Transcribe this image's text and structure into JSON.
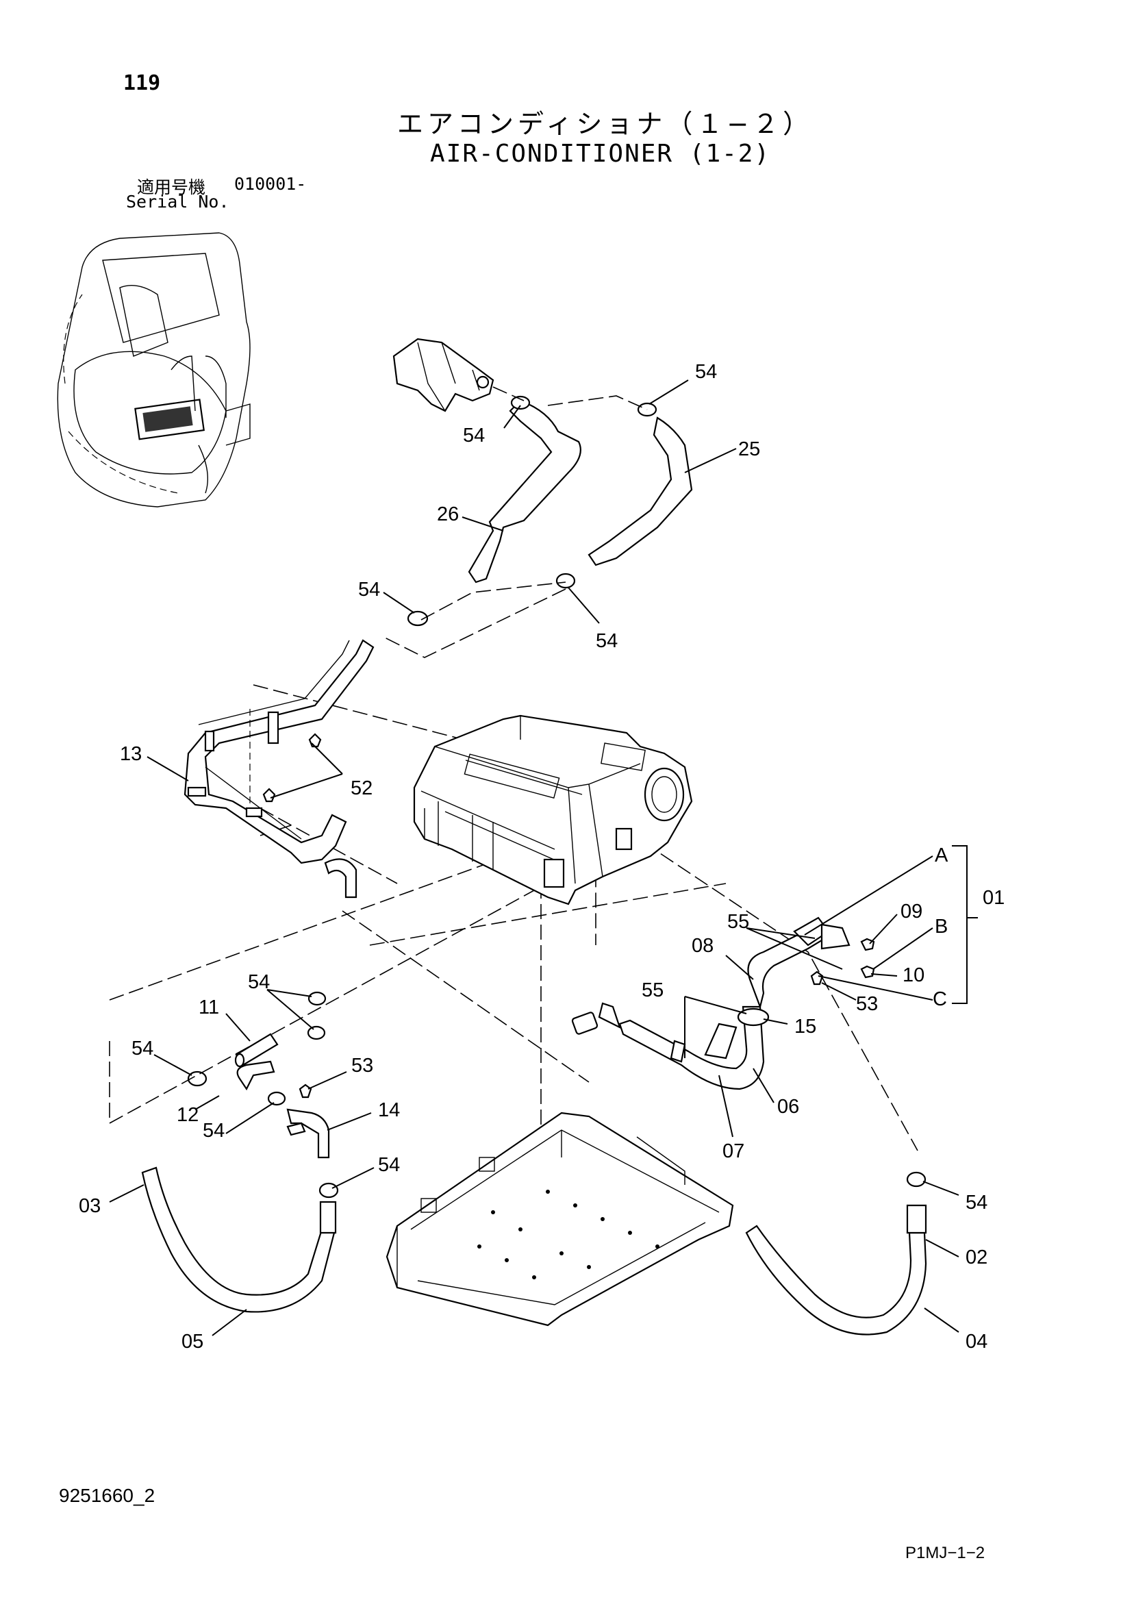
{
  "header": {
    "page_number": "119",
    "title_jp": "エアコンディショナ（１−２）",
    "title_en": "AIR-CONDITIONER (1-2)",
    "serial_jp_label": "適用号機",
    "serial_value": "010001-",
    "serial_en_label": "Serial No."
  },
  "footer": {
    "drawing_number": "9251660_2",
    "sheet_code": "P1MJ−1−2"
  },
  "callouts": [
    {
      "id": "c-54-a",
      "text": "54"
    },
    {
      "id": "c-54-b",
      "text": "54"
    },
    {
      "id": "c-25",
      "text": "25"
    },
    {
      "id": "c-26",
      "text": "26"
    },
    {
      "id": "c-54-c",
      "text": "54"
    },
    {
      "id": "c-54-d",
      "text": "54"
    },
    {
      "id": "c-13",
      "text": "13"
    },
    {
      "id": "c-52",
      "text": "52"
    },
    {
      "id": "c-A",
      "text": "A"
    },
    {
      "id": "c-01",
      "text": "01"
    },
    {
      "id": "c-09",
      "text": "09"
    },
    {
      "id": "c-B",
      "text": "B"
    },
    {
      "id": "c-55-a",
      "text": "55"
    },
    {
      "id": "c-08",
      "text": "08"
    },
    {
      "id": "c-10",
      "text": "10"
    },
    {
      "id": "c-C",
      "text": "C"
    },
    {
      "id": "c-53-a",
      "text": "53"
    },
    {
      "id": "c-55-b",
      "text": "55"
    },
    {
      "id": "c-15",
      "text": "15"
    },
    {
      "id": "c-54-e",
      "text": "54"
    },
    {
      "id": "c-11",
      "text": "11"
    },
    {
      "id": "c-54-f",
      "text": "54"
    },
    {
      "id": "c-53-b",
      "text": "53"
    },
    {
      "id": "c-12",
      "text": "12"
    },
    {
      "id": "c-14",
      "text": "14"
    },
    {
      "id": "c-54-g",
      "text": "54"
    },
    {
      "id": "c-06",
      "text": "06"
    },
    {
      "id": "c-07",
      "text": "07"
    },
    {
      "id": "c-54-h",
      "text": "54"
    },
    {
      "id": "c-03",
      "text": "03"
    },
    {
      "id": "c-54-i",
      "text": "54"
    },
    {
      "id": "c-02",
      "text": "02"
    },
    {
      "id": "c-05",
      "text": "05"
    },
    {
      "id": "c-04",
      "text": "04"
    }
  ]
}
